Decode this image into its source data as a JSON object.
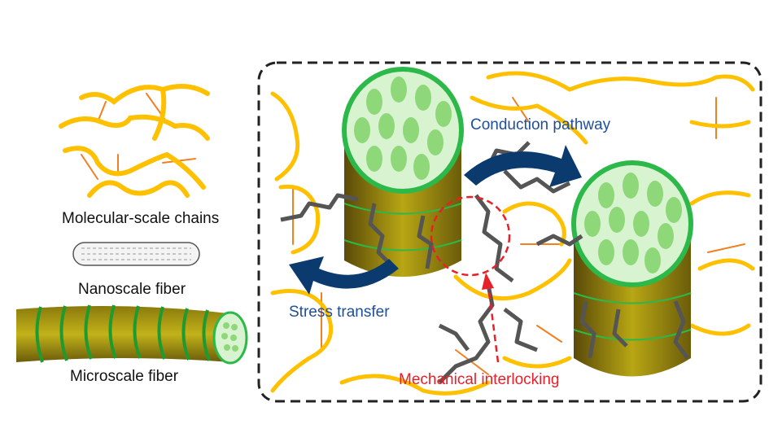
{
  "labels": {
    "molecular": "Molecular-scale chains",
    "nano": "Nanoscale fiber",
    "micro": "Microscale fiber",
    "conduction": "Conduction pathway",
    "stress": "Stress transfer",
    "interlocking": "Mechanical interlocking"
  },
  "colors": {
    "chain": "#FFC000",
    "crosslink": "#F08020",
    "fiber_body": "#A89A10",
    "fiber_rim": "#2DB84A",
    "fiber_core": "#8ED87A",
    "arrow": "#0B3B6E",
    "interlock": "#E8202A",
    "label_blue": "#1F4E99"
  }
}
